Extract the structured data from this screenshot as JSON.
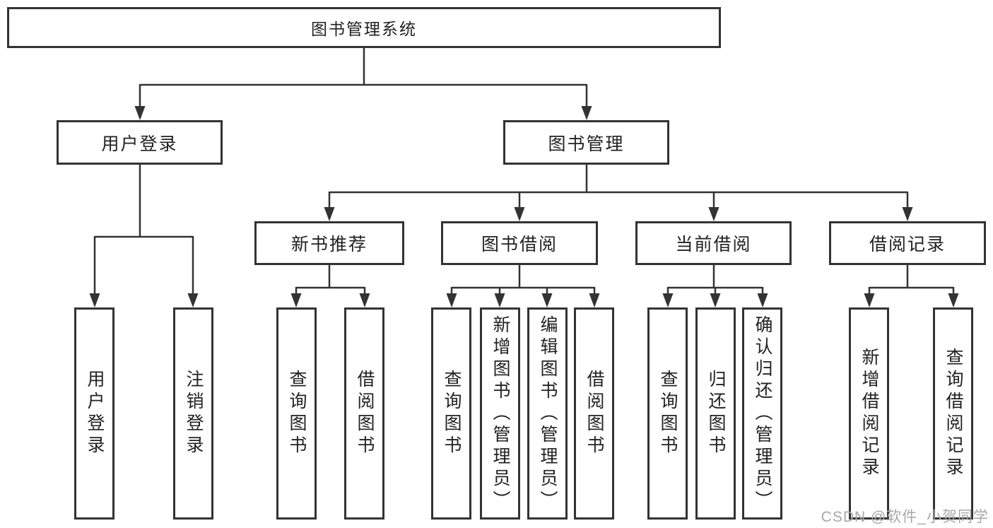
{
  "colors": {
    "line": "#333333",
    "text": "#222222",
    "watermark": "#a8a8a8",
    "background": "#ffffff"
  },
  "watermark": "CSDN @软件_小贺同学",
  "nodes": {
    "root": {
      "label": "图书管理系统"
    },
    "level2": [
      {
        "label": "用户登录"
      },
      {
        "label": "图书管理"
      }
    ],
    "level3": [
      {
        "label": "新书推荐",
        "parent": "图书管理"
      },
      {
        "label": "图书借阅",
        "parent": "图书管理"
      },
      {
        "label": "当前借阅",
        "parent": "图书管理"
      },
      {
        "label": "借阅记录",
        "parent": "图书管理"
      }
    ],
    "leaves": [
      {
        "label": "用户登录",
        "parent": "用户登录"
      },
      {
        "label": "注销登录",
        "parent": "用户登录"
      },
      {
        "label": "查询图书",
        "parent": "新书推荐"
      },
      {
        "label": "借阅图书",
        "parent": "新书推荐"
      },
      {
        "label": "查询图书",
        "parent": "图书借阅"
      },
      {
        "label": "新增图书（管理员）",
        "parent": "图书借阅"
      },
      {
        "label": "编辑图书（管理员）",
        "parent": "图书借阅"
      },
      {
        "label": "借阅图书",
        "parent": "图书借阅"
      },
      {
        "label": "查询图书",
        "parent": "当前借阅"
      },
      {
        "label": "归还图书",
        "parent": "当前借阅"
      },
      {
        "label": "确认归还（管理员）",
        "parent": "当前借阅"
      },
      {
        "label": "新增借阅记录",
        "parent": "借阅记录"
      },
      {
        "label": "查询借阅记录",
        "parent": "借阅记录"
      }
    ]
  }
}
